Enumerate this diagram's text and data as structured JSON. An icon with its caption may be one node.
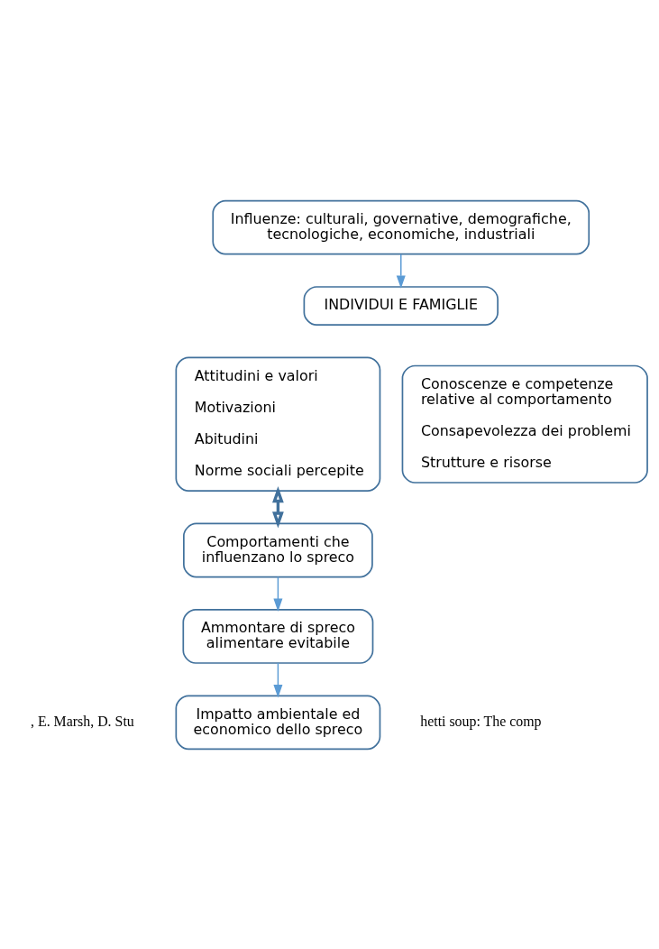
{
  "diagram": {
    "nodes": [
      {
        "text": [
          "Influenze: culturali, governative, demografiche, tecnologiche, economiche, industriali"
        ]
      },
      {
        "text": [
          "INDIVIDUI E FAMIGLIE"
        ]
      },
      {
        "text": [
          "Attitudini e valori",
          "Motivazioni",
          "Abitudini",
          "Norme sociali percepite"
        ]
      },
      {
        "text": [
          "Conoscenze e competenze relative al comportamento",
          "Consapevolezza dei problemi",
          "Strutture e risorse"
        ]
      },
      {
        "text": [
          "Comportamenti che influenzano lo spreco"
        ]
      },
      {
        "text": [
          "Ammontare di spreco alimentare evitabile"
        ]
      },
      {
        "text": [
          "Impatto ambientale ed economico dello spreco"
        ]
      }
    ],
    "edges": [
      {
        "from": 0,
        "to": 1,
        "arrow": "to"
      },
      {
        "from": 2,
        "to": 4,
        "arrow": "both",
        "style": "thick",
        "color": "#41719c"
      },
      {
        "from": 4,
        "to": 5,
        "arrow": "to"
      },
      {
        "from": 5,
        "to": 6,
        "arrow": "to"
      }
    ],
    "labels": [
      ", E. Marsh, D. Stu",
      "hetti soup: The comp"
    ]
  }
}
